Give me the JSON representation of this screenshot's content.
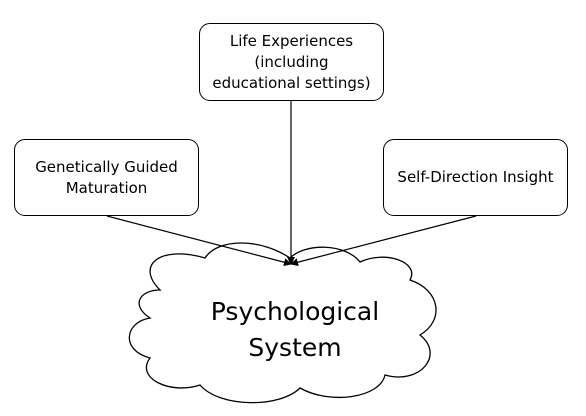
{
  "boxes": {
    "life_experiences": "Life Experiences\n(including\neducational settings)",
    "genetic": "Genetically Guided\nMaturation",
    "self_direction": "Self-Direction Insight"
  },
  "center": {
    "label": "Psychological\nSystem"
  },
  "colors": {
    "stroke": "#000000",
    "fill": "#ffffff"
  }
}
